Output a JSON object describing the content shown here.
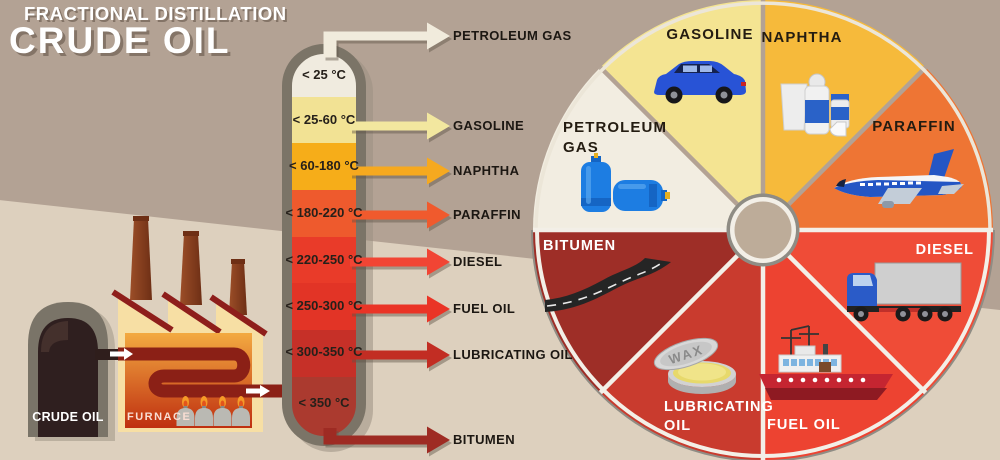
{
  "background": {
    "top_color": "#b3a294",
    "bottom_color": "#ddd0be"
  },
  "title": {
    "line1": "FRACTIONAL DISTILLATION",
    "line2": "CRUDE OIL",
    "color": "#ffffff"
  },
  "distillation_column": {
    "fractions": [
      {
        "temp": "< 25 °C",
        "product": "PETROLEUM GAS",
        "segment_color": "#f0ebdf",
        "arrow_color": "#f1ebdc"
      },
      {
        "temp": "< 25-60 °C",
        "product": "GASOLINE",
        "segment_color": "#f2e294",
        "arrow_color": "#f2e79f"
      },
      {
        "temp": "< 60-180 °C",
        "product": "NAPHTHA",
        "segment_color": "#f6ad19",
        "arrow_color": "#f6a91f"
      },
      {
        "temp": "< 180-220 °C",
        "product": "PARAFFIN",
        "segment_color": "#ee5a2d",
        "arrow_color": "#f05a2d"
      },
      {
        "temp": "< 220-250 °C",
        "product": "DIESEL",
        "segment_color": "#e93b29",
        "arrow_color": "#f14534"
      },
      {
        "temp": "< 250-300 °C",
        "product": "FUEL OIL",
        "segment_color": "#e23426",
        "arrow_color": "#ea3426"
      },
      {
        "temp": "< 300-350 °C",
        "product": "LUBRICATING OIL",
        "segment_color": "#c63028",
        "arrow_color": "#c22d23"
      },
      {
        "temp": "< 350 °C",
        "product": "BITUMEN",
        "segment_color": "#ab3a2f",
        "arrow_color": "#9e2b23"
      }
    ]
  },
  "factory": {
    "tank_label": "CRUDE OIL",
    "furnace_label": "FURNACE"
  },
  "pie_chart": {
    "center_color": "#bdac99",
    "wax_tin_text": "WAX",
    "segments": [
      {
        "label": "GASOLINE",
        "icon": "car-icon",
        "color": "#f4e492",
        "label_color": "#241c11"
      },
      {
        "label": "NAPHTHA",
        "icon": "household-containers-icon",
        "color": "#f6ba3b",
        "label_color": "#241c11"
      },
      {
        "label": "PARAFFIN",
        "icon": "airplane-icon",
        "color": "#ee7534",
        "label_color": "#241c11"
      },
      {
        "label": "DIESEL",
        "icon": "truck-icon",
        "color": "#ef4c37",
        "label_color": "#ffffff"
      },
      {
        "label": "FUEL OIL",
        "icon": "ship-icon",
        "color": "#ed4331",
        "label_color": "#ffffff"
      },
      {
        "label": "LUBRICATING OIL",
        "icon": "wax-tin-icon",
        "color": "#c93b2e",
        "label_color": "#ffffff"
      },
      {
        "label": "BITUMEN",
        "icon": "road-icon",
        "color": "#9e2e27",
        "label_color": "#ffffff"
      },
      {
        "label": "PETROLEUM GAS",
        "icon": "gas-cylinders-icon",
        "color": "#f2ede1",
        "label_color": "#241c11"
      }
    ]
  }
}
